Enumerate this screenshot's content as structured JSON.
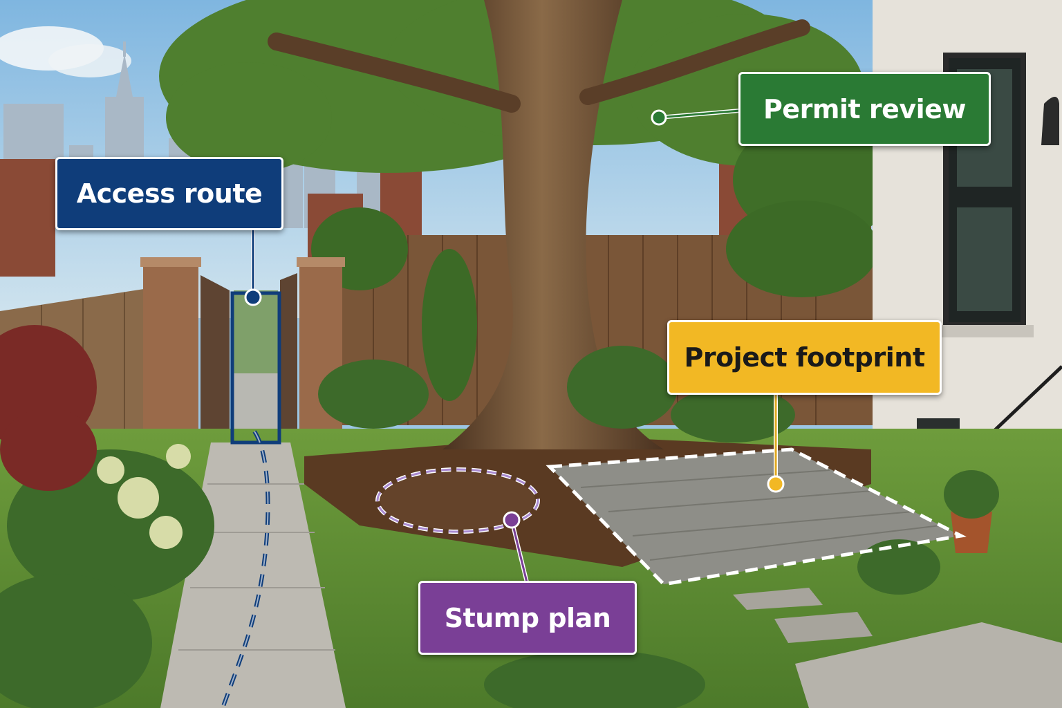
{
  "callouts": {
    "access_route": {
      "label": "Access route",
      "bg": "#0f3d7a",
      "fg": "#ffffff",
      "line": "#0f3d7a"
    },
    "permit_review": {
      "label": "Permit review",
      "bg": "#2a7a34",
      "fg": "#ffffff",
      "line": "#2a7a34"
    },
    "project_footprint": {
      "label": "Project footprint",
      "bg": "#f2b824",
      "fg": "#1a1a1a",
      "line": "#e0a820"
    },
    "stump_plan": {
      "label": "Stump plan",
      "bg": "#7a3f96",
      "fg": "#ffffff",
      "line": "#7a3f96"
    }
  },
  "markers": {
    "access_path_color": "#0f3d7a",
    "stump_ring_color": "#a98ad0",
    "footprint_outline_color": "#ffffff"
  },
  "scene": {
    "sky_color": "#9cc6e4",
    "lawn_color": "#5f8f34",
    "mulch_color": "#5a3a22",
    "fence_color": "#7a5638",
    "trunk_color": "#6b4a2e",
    "canopy_color": "#4f7f2f",
    "house_wall_color": "#e6e2da",
    "patio_color": "#8e8e88"
  }
}
